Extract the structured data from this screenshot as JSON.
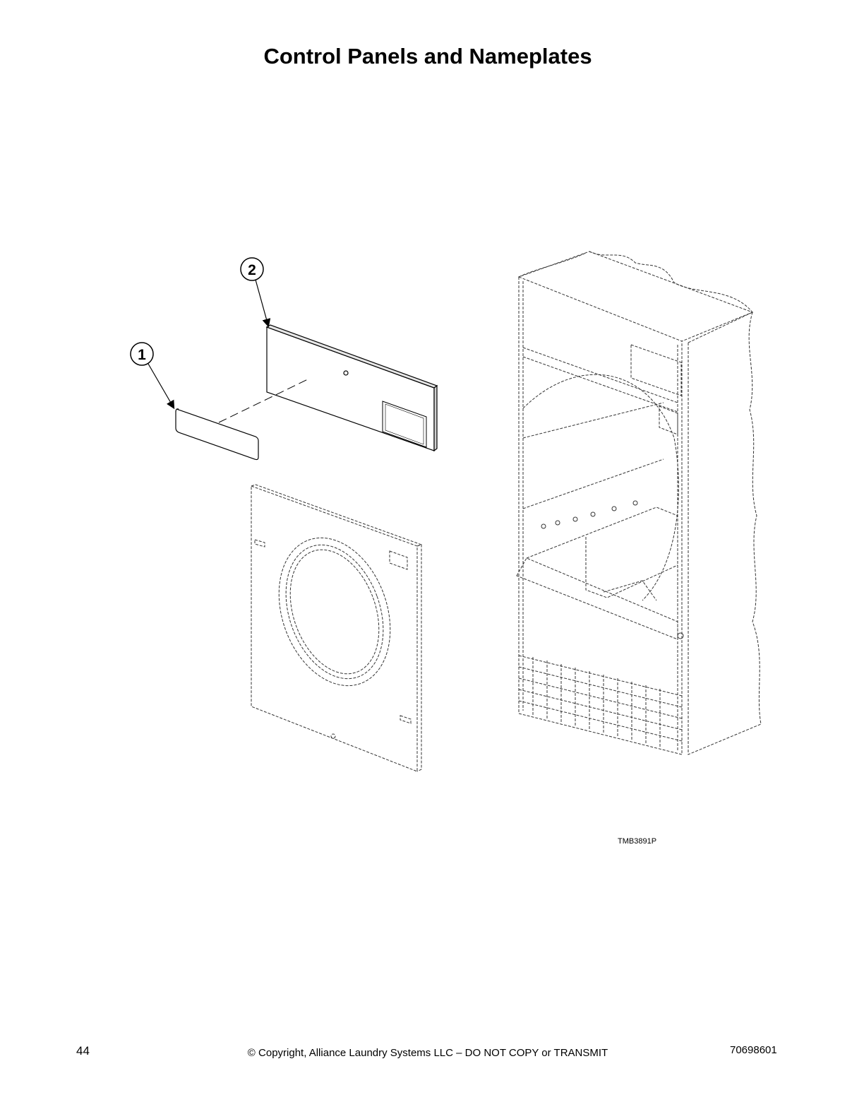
{
  "page": {
    "title": "Control Panels and Nameplates",
    "figure_code": "TMB3891P",
    "page_number": "44",
    "copyright": "© Copyright, Alliance Laundry Systems LLC – DO NOT COPY or TRANSMIT",
    "document_number": "70698601"
  },
  "figure": {
    "callouts": [
      {
        "label": "1"
      },
      {
        "label": "2"
      }
    ]
  }
}
